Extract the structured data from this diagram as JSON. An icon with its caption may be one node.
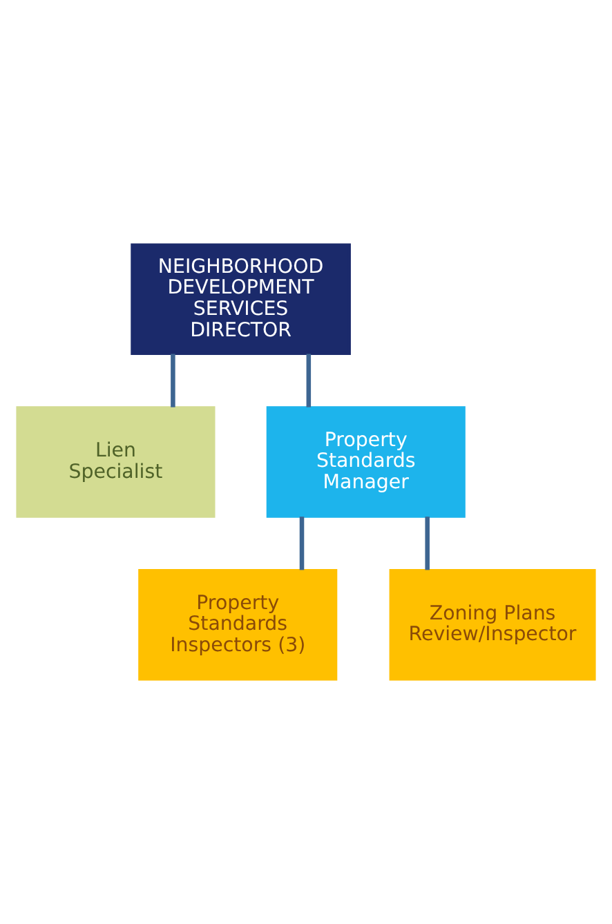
{
  "diagram": {
    "nodes": [
      {
        "text": [
          "NEIGHBORHOOD DEVELOPMENT SERVICES DIRECTOR"
        ]
      },
      {
        "text": [
          "Lien Specialist"
        ]
      },
      {
        "text": [
          "Property Standards Manager"
        ]
      },
      {
        "text": [
          "Property Standards Inspectors (3)"
        ]
      },
      {
        "text": [
          "Zoning Plans Review/Inspector"
        ]
      }
    ],
    "edges": [
      {
        "from": 0,
        "to": 1,
        "arrow": "none"
      },
      {
        "from": 0,
        "to": 2,
        "arrow": "none"
      },
      {
        "from": 2,
        "to": 3,
        "arrow": "none"
      },
      {
        "from": 2,
        "to": 4,
        "arrow": "none"
      }
    ]
  }
}
